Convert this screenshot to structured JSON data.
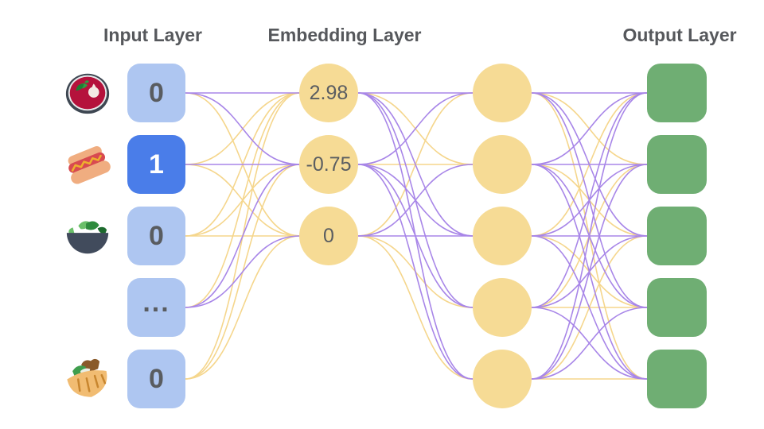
{
  "diagram": {
    "layer_titles": [
      {
        "id": "input",
        "label": "Input Layer"
      },
      {
        "id": "embedding",
        "label": "Embedding Layer"
      },
      {
        "id": "output",
        "label": "Output Layer"
      }
    ],
    "input_nodes": [
      {
        "icon": "soup-icon",
        "value": "0",
        "active": false
      },
      {
        "icon": "hotdog-icon",
        "value": "1",
        "active": true
      },
      {
        "icon": "salad-icon",
        "value": "0",
        "active": false
      },
      {
        "icon": "",
        "value": "...",
        "active": false
      },
      {
        "icon": "pita-icon",
        "value": "0",
        "active": false
      }
    ],
    "embedding_nodes": [
      {
        "value": "2.98"
      },
      {
        "value": "-0.75"
      },
      {
        "value": "0"
      }
    ],
    "hidden_nodes": [
      {
        "value": ""
      },
      {
        "value": ""
      },
      {
        "value": ""
      },
      {
        "value": ""
      },
      {
        "value": ""
      }
    ],
    "output_nodes": [
      {
        "value": ""
      },
      {
        "value": ""
      },
      {
        "value": ""
      },
      {
        "value": ""
      },
      {
        "value": ""
      }
    ],
    "colors": {
      "input_box": "#aec6f1",
      "input_box_active": "#4a7de9",
      "input_text": "#595c60",
      "input_text_active": "#ffffff",
      "node_yellow": "#f6db95",
      "output_green": "#6fae73",
      "edge_purple": "#a886e8",
      "edge_yellow": "#f5d68c",
      "title_text": "#56585c"
    },
    "edges": {
      "input_to_embedding": [
        [
          "P",
          "P",
          "Y"
        ],
        [
          "Y",
          "P",
          "Y"
        ],
        [
          "Y",
          "Y",
          "Y"
        ],
        [
          "Y",
          "P",
          "P"
        ],
        [
          "Y",
          "Y",
          "Y"
        ]
      ],
      "embedding_to_hidden": [
        [
          "P",
          "Y",
          "P",
          "P",
          "P"
        ],
        [
          "P",
          "Y",
          "P",
          "P",
          "P"
        ],
        [
          "Y",
          "P",
          "P",
          "Y",
          "Y"
        ]
      ],
      "hidden_to_output": [
        [
          "P",
          "Y",
          "P",
          "P",
          "Y"
        ],
        [
          "P",
          "P",
          "Y",
          "P",
          "P"
        ],
        [
          "Y",
          "P",
          "P",
          "Y",
          "P"
        ],
        [
          "P",
          "Y",
          "P",
          "Y",
          "P"
        ],
        [
          "P",
          "P",
          "Y",
          "P",
          "Y"
        ]
      ]
    }
  }
}
